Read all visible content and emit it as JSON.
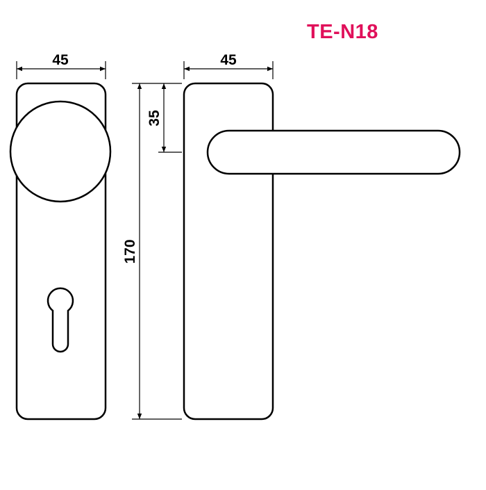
{
  "title": {
    "model_code": "TE-N18",
    "color": "#e0105a"
  },
  "dimensions": {
    "left_width": "45",
    "right_width": "45",
    "lever_offset": "35",
    "height": "170"
  },
  "colors": {
    "line": "#000000",
    "background": "#ffffff"
  }
}
